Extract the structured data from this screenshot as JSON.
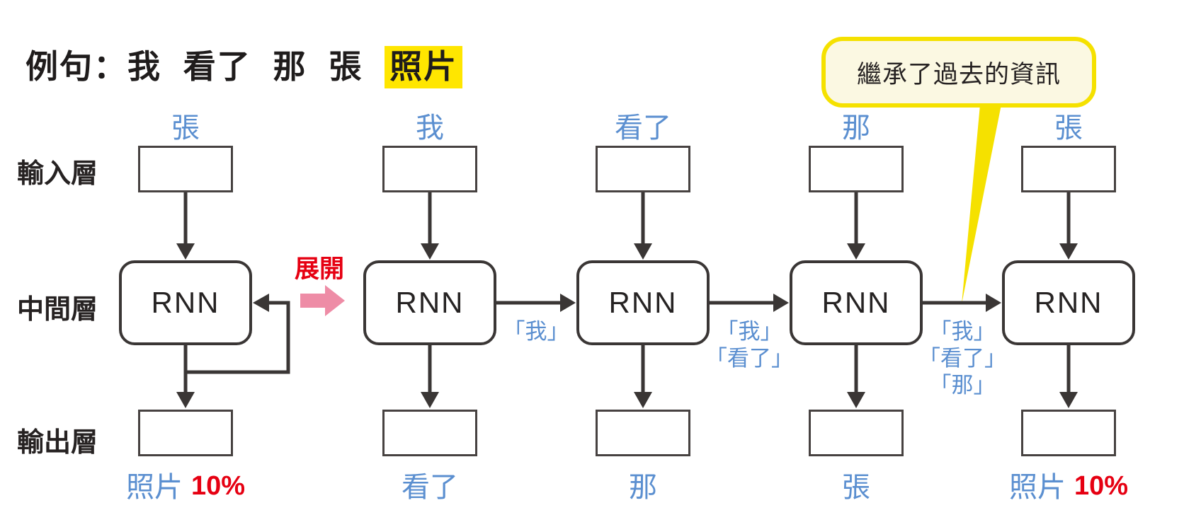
{
  "title": {
    "prefix": "例句：我 看了 那 張",
    "highlight": "照片"
  },
  "annotation_bubble": {
    "text": "繼承了過去的資訊"
  },
  "unfold": {
    "label": "展開"
  },
  "layer_labels": {
    "input": "輸入層",
    "hidden": "中間層",
    "output": "輸出層"
  },
  "rnn": {
    "label": "RNN"
  },
  "columns": [
    {
      "input_word": "張",
      "output_word": "照片",
      "output_prob": "10%"
    },
    {
      "input_word": "我",
      "output_word": "看了"
    },
    {
      "input_word": "看了",
      "output_word": "那"
    },
    {
      "input_word": "那",
      "output_word": "張"
    },
    {
      "input_word": "張",
      "output_word": "照片",
      "output_prob": "10%"
    }
  ],
  "context_labels": [
    {
      "lines": [
        "「我」"
      ]
    },
    {
      "lines": [
        "「我」",
        "「看了」"
      ]
    },
    {
      "lines": [
        "「我」",
        "「看了」",
        "「那」"
      ]
    }
  ],
  "colors": {
    "ink": "#3a3635",
    "blue": "#5b8fd0",
    "red": "#e60012",
    "pink": "#ee8ca6",
    "bubble-border": "#f5e100",
    "bubble-fill": "#fbf8e2",
    "highlight": "#ffe600"
  }
}
